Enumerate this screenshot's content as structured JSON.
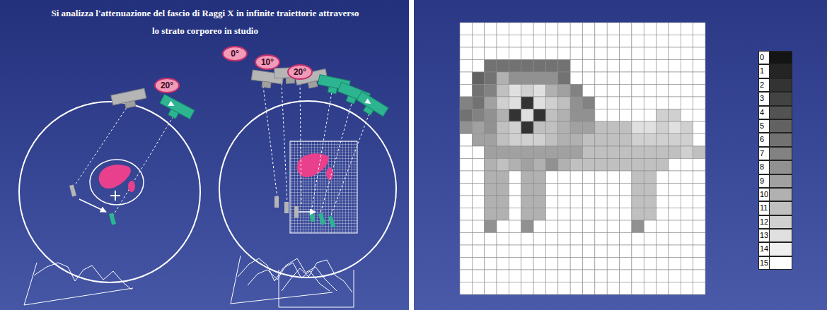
{
  "diagram": {
    "title": "Si analizza l'attenuazione del fascio di Raggi X in infinite traiettorie attraverso lo strato corporeo in studio",
    "nodes": [
      {
        "text": [
          "20°"
        ]
      },
      {
        "text": [
          "0°"
        ]
      },
      {
        "text": [
          "10°"
        ]
      },
      {
        "text": [
          "20°"
        ]
      }
    ],
    "legend": [
      {
        "text": "0",
        "color": "#141414"
      },
      {
        "text": "1",
        "color": "#242424"
      },
      {
        "text": "2",
        "color": "#333333"
      },
      {
        "text": "3",
        "color": "#434343"
      },
      {
        "text": "4",
        "color": "#535353"
      },
      {
        "text": "5",
        "color": "#626262"
      },
      {
        "text": "6",
        "color": "#727272"
      },
      {
        "text": "7",
        "color": "#828282"
      },
      {
        "text": "8",
        "color": "#919191"
      },
      {
        "text": "9",
        "color": "#a1a1a1"
      },
      {
        "text": "10",
        "color": "#b1b1b1"
      },
      {
        "text": "11",
        "color": "#c0c0c0"
      },
      {
        "text": "12",
        "color": "#d0d0d0"
      },
      {
        "text": "13",
        "color": "#e0e0e0"
      },
      {
        "text": "14",
        "color": "#efefef"
      },
      {
        "text": "15",
        "color": "#ffffff"
      }
    ]
  }
}
